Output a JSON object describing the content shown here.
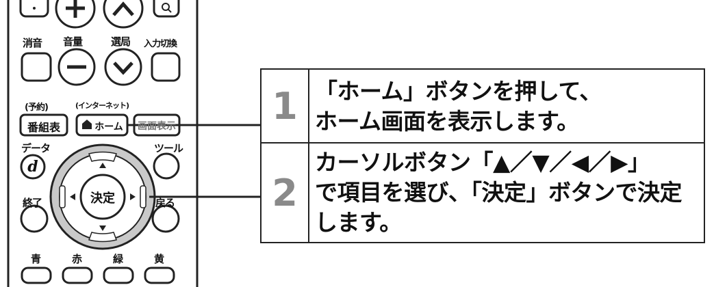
{
  "remote": {
    "row1_labels": [
      "消音",
      "音量",
      "選局",
      "入力切換"
    ],
    "sub_labels": [
      "(予約)",
      "(インターネット)"
    ],
    "program_guide_label": "番組表",
    "home_button_label": "ホーム",
    "screen_display_label": "画面表示",
    "data_label": "データ",
    "d_button_label": "d",
    "tool_label": "ツール",
    "enter_label": "決定",
    "end_label": "終了",
    "back_label": "戻る",
    "color_labels": [
      "青",
      "赤",
      "緑",
      "黄"
    ]
  },
  "steps": [
    {
      "number": "1",
      "lines": [
        "「ホーム」ボタンを押して、",
        "ホーム画面を表示します。"
      ]
    },
    {
      "number": "2",
      "lines": [
        "カーソルボタン「▲／▼／◀／▶」",
        "で項目を選び、「決定」ボタンで決定",
        "します。"
      ]
    }
  ]
}
